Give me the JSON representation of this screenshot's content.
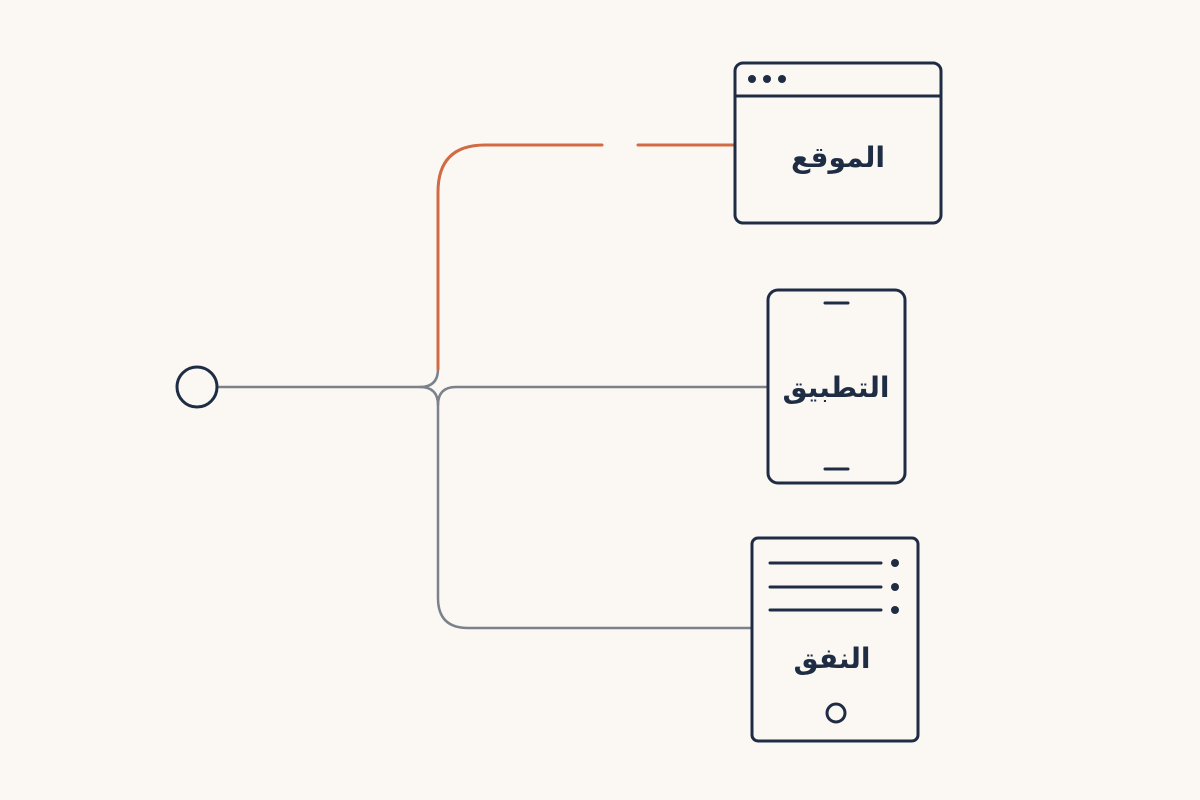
{
  "colors": {
    "background": "#fbf8f3",
    "stroke": "#1f2d44",
    "path_neutral": "#7c828b",
    "path_highlight": "#d06b45"
  },
  "origin": {
    "icon": "circle-node-icon"
  },
  "targets": [
    {
      "key": "website",
      "label": "الموقع",
      "icon": "browser-window-icon",
      "path_style": "highlighted-dashed"
    },
    {
      "key": "app",
      "label": "التطبيق",
      "icon": "mobile-phone-icon",
      "path_style": "neutral"
    },
    {
      "key": "tunnel",
      "label": "النفق",
      "icon": "server-icon",
      "path_style": "neutral"
    }
  ]
}
